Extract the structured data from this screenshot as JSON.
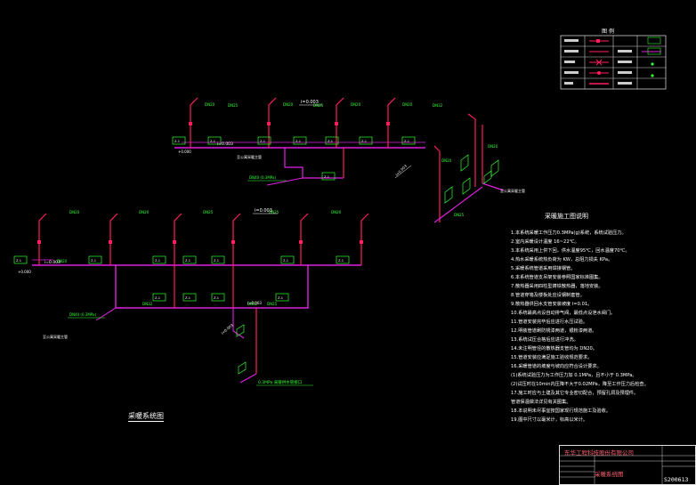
{
  "drawing": {
    "title": "采暖系统图",
    "legend_title": "图 例",
    "slope_label": "i=0.003",
    "pipe_labels": [
      "DN20",
      "DN25",
      "DN32",
      "DN40"
    ],
    "unit_label": "Z-1",
    "supply_note": "至公寓采暖主管",
    "pressure_note": "0.3MPa 采暖供水管接口"
  },
  "notes": {
    "title": "采暖施工图说明",
    "items": [
      "1.本系统采暖工作压力0.3MPa(g)系统，系统试验压力。",
      "2.室内采暖设计温度 16~22℃。",
      "3.本系统采用上供下回，供水温度95℃，回水温度70℃。",
      "4.热水采暖系统热负荷为 KW，总阻力损失 KPa。",
      "5.采暖系统管道采用焊接钢管。",
      "6.本系统管道支吊架安装参照国家标准图集。",
      "7.散热器采用四柱型铸铁散热器，落地安装。",
      "8.管道穿墙及楼板处应设钢制套管。",
      "9.散热器供回水支管安装坡度 i=0.01。",
      "10.系统最高点设自动排气阀，最低点设泄水阀门。",
      "11.管道安装完毕后应进行水压试验。",
      "12.明装管道刷防锈漆两道，银粉漆两道。",
      "13.系统试压合格后应进行冲洗。",
      "14.未注明管径的散热器支管均为 DN20。",
      "15.管道安装应满足施工验收规范要求。",
      "16.采暖管道的坡度与坡向应符合设计要求。",
      "(1)系统试验压力为工作压力加 0.1MPa，且不小于 0.3MPa。",
      "(2)试压时在10min内压降不大于0.02MPa，降至工作压力后检查。",
      "17.施工时应与土建及其它专业密切配合，预留孔洞及预埋件。",
      "    管道保温做法详见有关图集。",
      "18.本说明未尽事宜按国家现行规范施工及验收。",
      "19.图中尺寸以毫米计，标高以米计。"
    ]
  },
  "title_block": {
    "company": "东华工程科技股份有限公司",
    "drawing_name": "采暖系统图",
    "drawing_no": "S200613"
  },
  "colors": {
    "supply": "#ff1f5a",
    "return": "#e020e0",
    "label_green": "#30ff30",
    "text_white": "#ffffff",
    "frame": "#cccccc"
  }
}
